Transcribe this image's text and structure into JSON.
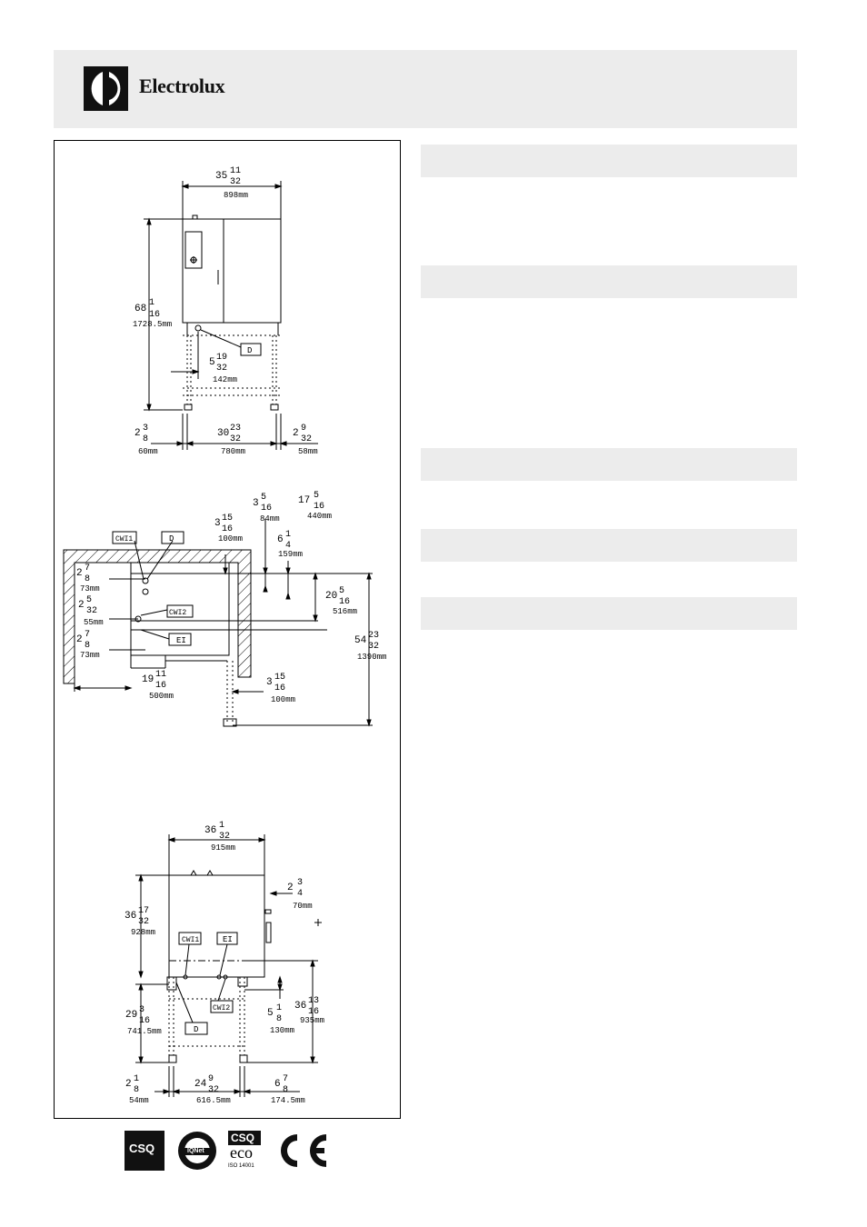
{
  "header": {
    "brand_name": "Electrolux",
    "background": "#ececec"
  },
  "front_view": {
    "width_in": "35",
    "width_frac_n": "11",
    "width_frac_d": "32",
    "width_mm": "898mm",
    "height_in": "68",
    "height_frac_n": "1",
    "height_frac_d": "16",
    "height_mm": "1728.5mm",
    "offset_in": "5",
    "offset_frac_n": "19",
    "offset_frac_d": "32",
    "offset_mm": "142mm",
    "left_in": "2",
    "left_frac_n": "3",
    "left_frac_d": "8",
    "left_mm": "60mm",
    "mid_in": "30",
    "mid_frac_n": "23",
    "mid_frac_d": "32",
    "mid_mm": "780mm",
    "right_in": "2",
    "right_frac_n": "9",
    "right_frac_d": "32",
    "right_mm": "58mm",
    "label_d": "D"
  },
  "plan_view": {
    "a_in": "3",
    "a_frac_n": "5",
    "a_frac_d": "16",
    "a_mm": "84mm",
    "b_in": "17",
    "b_frac_n": "5",
    "b_frac_d": "16",
    "b_mm": "440mm",
    "c_in": "3",
    "c_frac_n": "15",
    "c_frac_d": "16",
    "c_mm": "100mm",
    "d_in": "6",
    "d_frac_n": "1",
    "d_frac_d": "4",
    "d_mm": "159mm",
    "e_in": "2",
    "e_frac_n": "7",
    "e_frac_d": "8",
    "e_mm": "73mm",
    "f_in": "2",
    "f_frac_n": "5",
    "f_frac_d": "32",
    "f_mm": "55mm",
    "g_in": "2",
    "g_frac_n": "7",
    "g_frac_d": "8",
    "g_mm": "73mm",
    "h_in": "20",
    "h_frac_n": "5",
    "h_frac_d": "16",
    "h_mm": "516mm",
    "i_in": "54",
    "i_frac_n": "23",
    "i_frac_d": "32",
    "i_mm": "1390mm",
    "j_in": "19",
    "j_frac_n": "11",
    "j_frac_d": "16",
    "j_mm": "500mm",
    "k_in": "3",
    "k_frac_n": "15",
    "k_frac_d": "16",
    "k_mm": "100mm",
    "label_cwi1": "CWI1",
    "label_d": "D",
    "label_cwi2": "CWI2",
    "label_ei": "EI"
  },
  "side_view": {
    "width_in": "36",
    "width_frac_n": "1",
    "width_frac_d": "32",
    "width_mm": "915mm",
    "top_in": "2",
    "top_frac_n": "3",
    "top_frac_d": "4",
    "top_mm": "70mm",
    "body_in": "36",
    "body_frac_n": "17",
    "body_frac_d": "32",
    "body_mm": "928mm",
    "lower_in": "29",
    "lower_frac_n": "3",
    "lower_frac_d": "16",
    "lower_mm": "741.5mm",
    "conn_in": "5",
    "conn_frac_n": "1",
    "conn_frac_d": "8",
    "conn_mm": "130mm",
    "stand_in": "36",
    "stand_frac_n": "13",
    "stand_frac_d": "16",
    "stand_mm": "935mm",
    "l_in": "2",
    "l_frac_n": "1",
    "l_frac_d": "8",
    "l_mm": "54mm",
    "m_in": "24",
    "m_frac_n": "9",
    "m_frac_d": "32",
    "m_mm": "616.5mm",
    "r_in": "6",
    "r_frac_n": "7",
    "r_frac_d": "8",
    "r_mm": "174.5mm",
    "label_cwi1": "CWI1",
    "label_ei": "EI",
    "label_cwi2": "CWI2",
    "label_d": "D"
  },
  "certifications": {
    "csq_label": "CSQ",
    "iqnet_label": "IQNet",
    "eco_label": "CSQ",
    "eco_sub": "eco",
    "iso_label": "ISO 14001"
  }
}
